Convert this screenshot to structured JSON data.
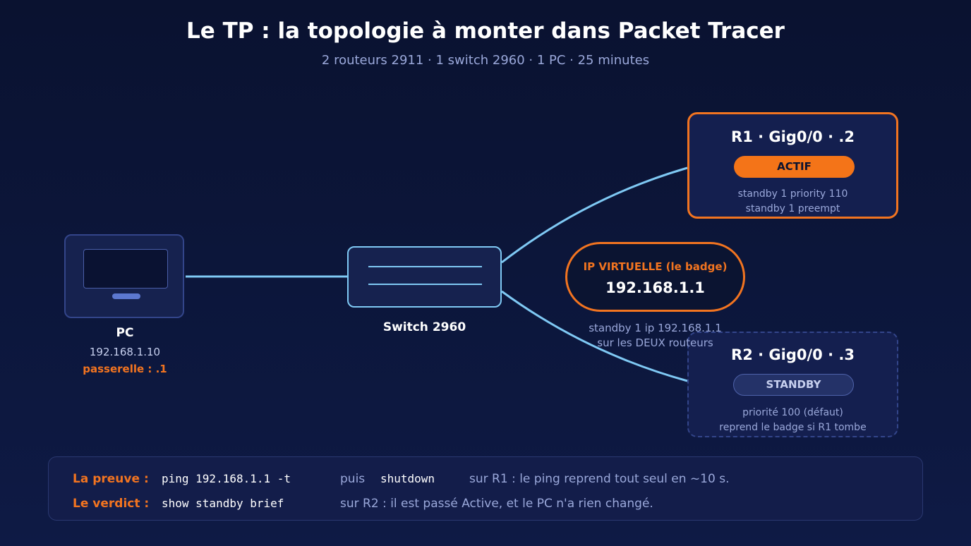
{
  "header": {
    "title": "Le TP : la topologie à monter dans Packet Tracer",
    "subtitle": "2 routeurs 2911 · 1 switch 2960 · 1 PC · 25 minutes"
  },
  "pc": {
    "label": "PC",
    "ip": "192.168.1.10",
    "gateway": "passerelle : .1"
  },
  "switch": {
    "label": "Switch 2960"
  },
  "r1": {
    "title": "R1 · Gig0/0 · .2",
    "badge": "ACTIF",
    "notes": [
      "standby 1 priority 110",
      "standby 1 preempt"
    ]
  },
  "r2": {
    "title": "R2 · Gig0/0 · .3",
    "badge": "STANDBY",
    "notes": [
      "priorité 100 (défaut)",
      "reprend le badge si R1 tombe"
    ]
  },
  "virtual_ip": {
    "label": "IP VIRTUELLE (le badge)",
    "ip": "192.168.1.1",
    "notes": [
      "standby 1 ip 192.168.1.1",
      "sur les DEUX routeurs"
    ]
  },
  "proof": {
    "row1": {
      "key": "La preuve :",
      "cmd1": "ping 192.168.1.1 -t",
      "mid": "puis",
      "cmd2": "shutdown",
      "text": "sur R1 : le ping reprend tout seul en ~10 s."
    },
    "row2": {
      "key": "Le verdict :",
      "cmd1": "show standby brief",
      "text": "sur R2 : il est passé Active, et le PC n'a rien changé."
    }
  },
  "colors": {
    "accent": "#f27420",
    "link": "#7fc9f4",
    "background": "#0b1433",
    "muted_text": "#9aa8da"
  }
}
